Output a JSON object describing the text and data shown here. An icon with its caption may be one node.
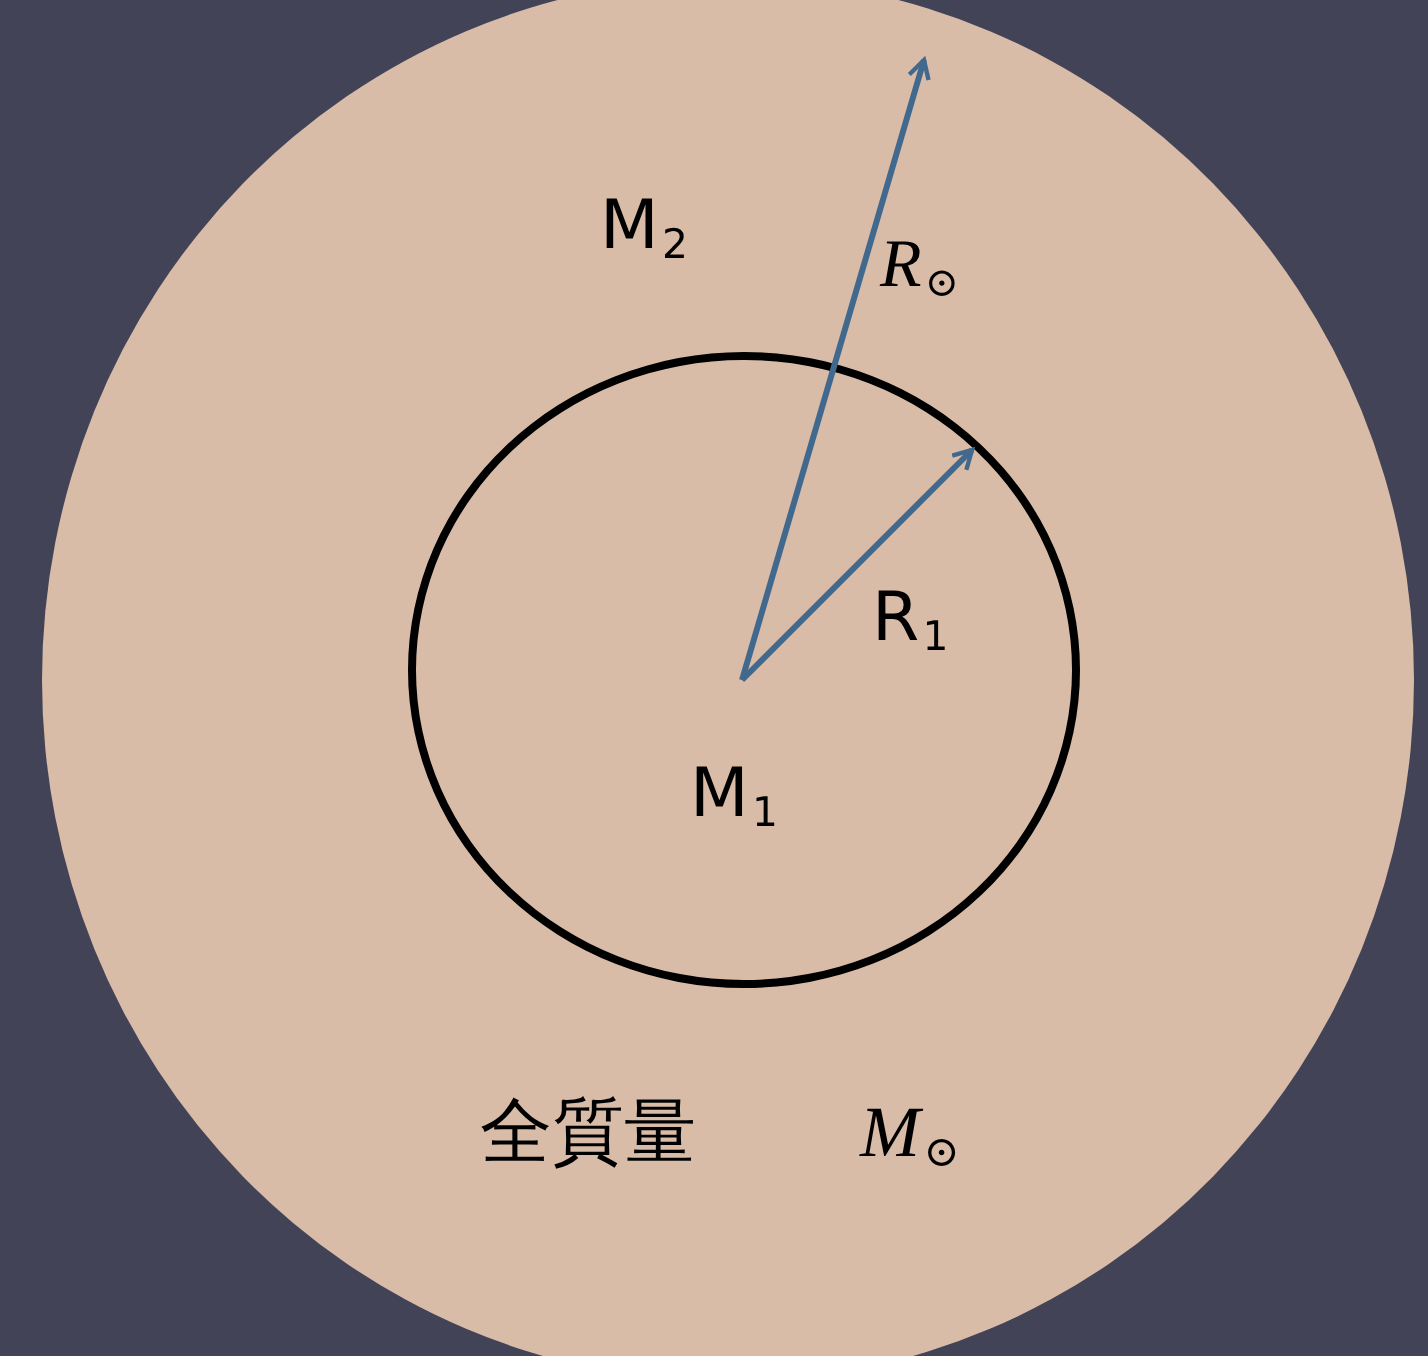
{
  "diagram": {
    "nodes": [
      {
        "text": [
          "M$_{2}$",
          "全質量",
          "*M*$_{⊙}$"
        ]
      },
      {
        "text": [
          "M$_{1}$"
        ],
        "in": 0
      }
    ],
    "labels": [
      "*R*$_{⊙}$",
      "R$_{1}$"
    ]
  }
}
